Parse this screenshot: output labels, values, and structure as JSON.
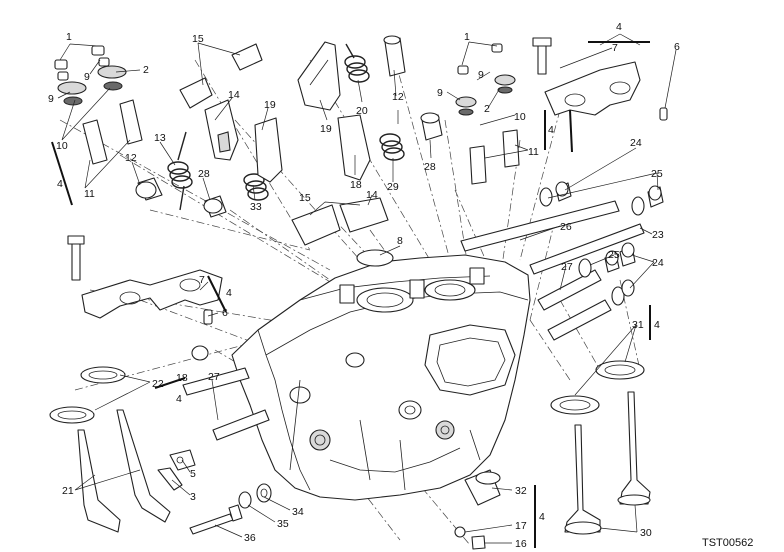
{
  "drawing_code": "TST00562",
  "callouts": {
    "c1a": "1",
    "c1b": "1",
    "c2a": "2",
    "c2b": "2",
    "c3": "3",
    "c4a": "4",
    "c4b": "4",
    "c4c": "4",
    "c4d": "4",
    "c4e": "4",
    "c4f": "4",
    "c4g": "4",
    "c5": "5",
    "c6a": "6",
    "c6b": "6",
    "c7a": "7",
    "c7b": "7",
    "c8": "8",
    "c9a": "9",
    "c9b": "9",
    "c9c": "9",
    "c9d": "9",
    "c10a": "10",
    "c10b": "10",
    "c11a": "11",
    "c11b": "11",
    "c12a": "12",
    "c12b": "12",
    "c13": "13",
    "c14a": "14",
    "c14b": "14",
    "c15a": "15",
    "c15b": "15",
    "c16": "16",
    "c17": "17",
    "c18a": "18",
    "c18b": "18",
    "c19a": "19",
    "c19b": "19",
    "c20": "20",
    "c21": "21",
    "c22": "22",
    "c23": "23",
    "c24a": "24",
    "c24b": "24",
    "c25a": "25",
    "c25b": "25",
    "c26": "26",
    "c27a": "27",
    "c27b": "27",
    "c28a": "28",
    "c28b": "28",
    "c29": "29",
    "c30": "30",
    "c31": "31",
    "c32": "32",
    "c33": "33",
    "c34": "34",
    "c35": "35",
    "c36": "36"
  }
}
